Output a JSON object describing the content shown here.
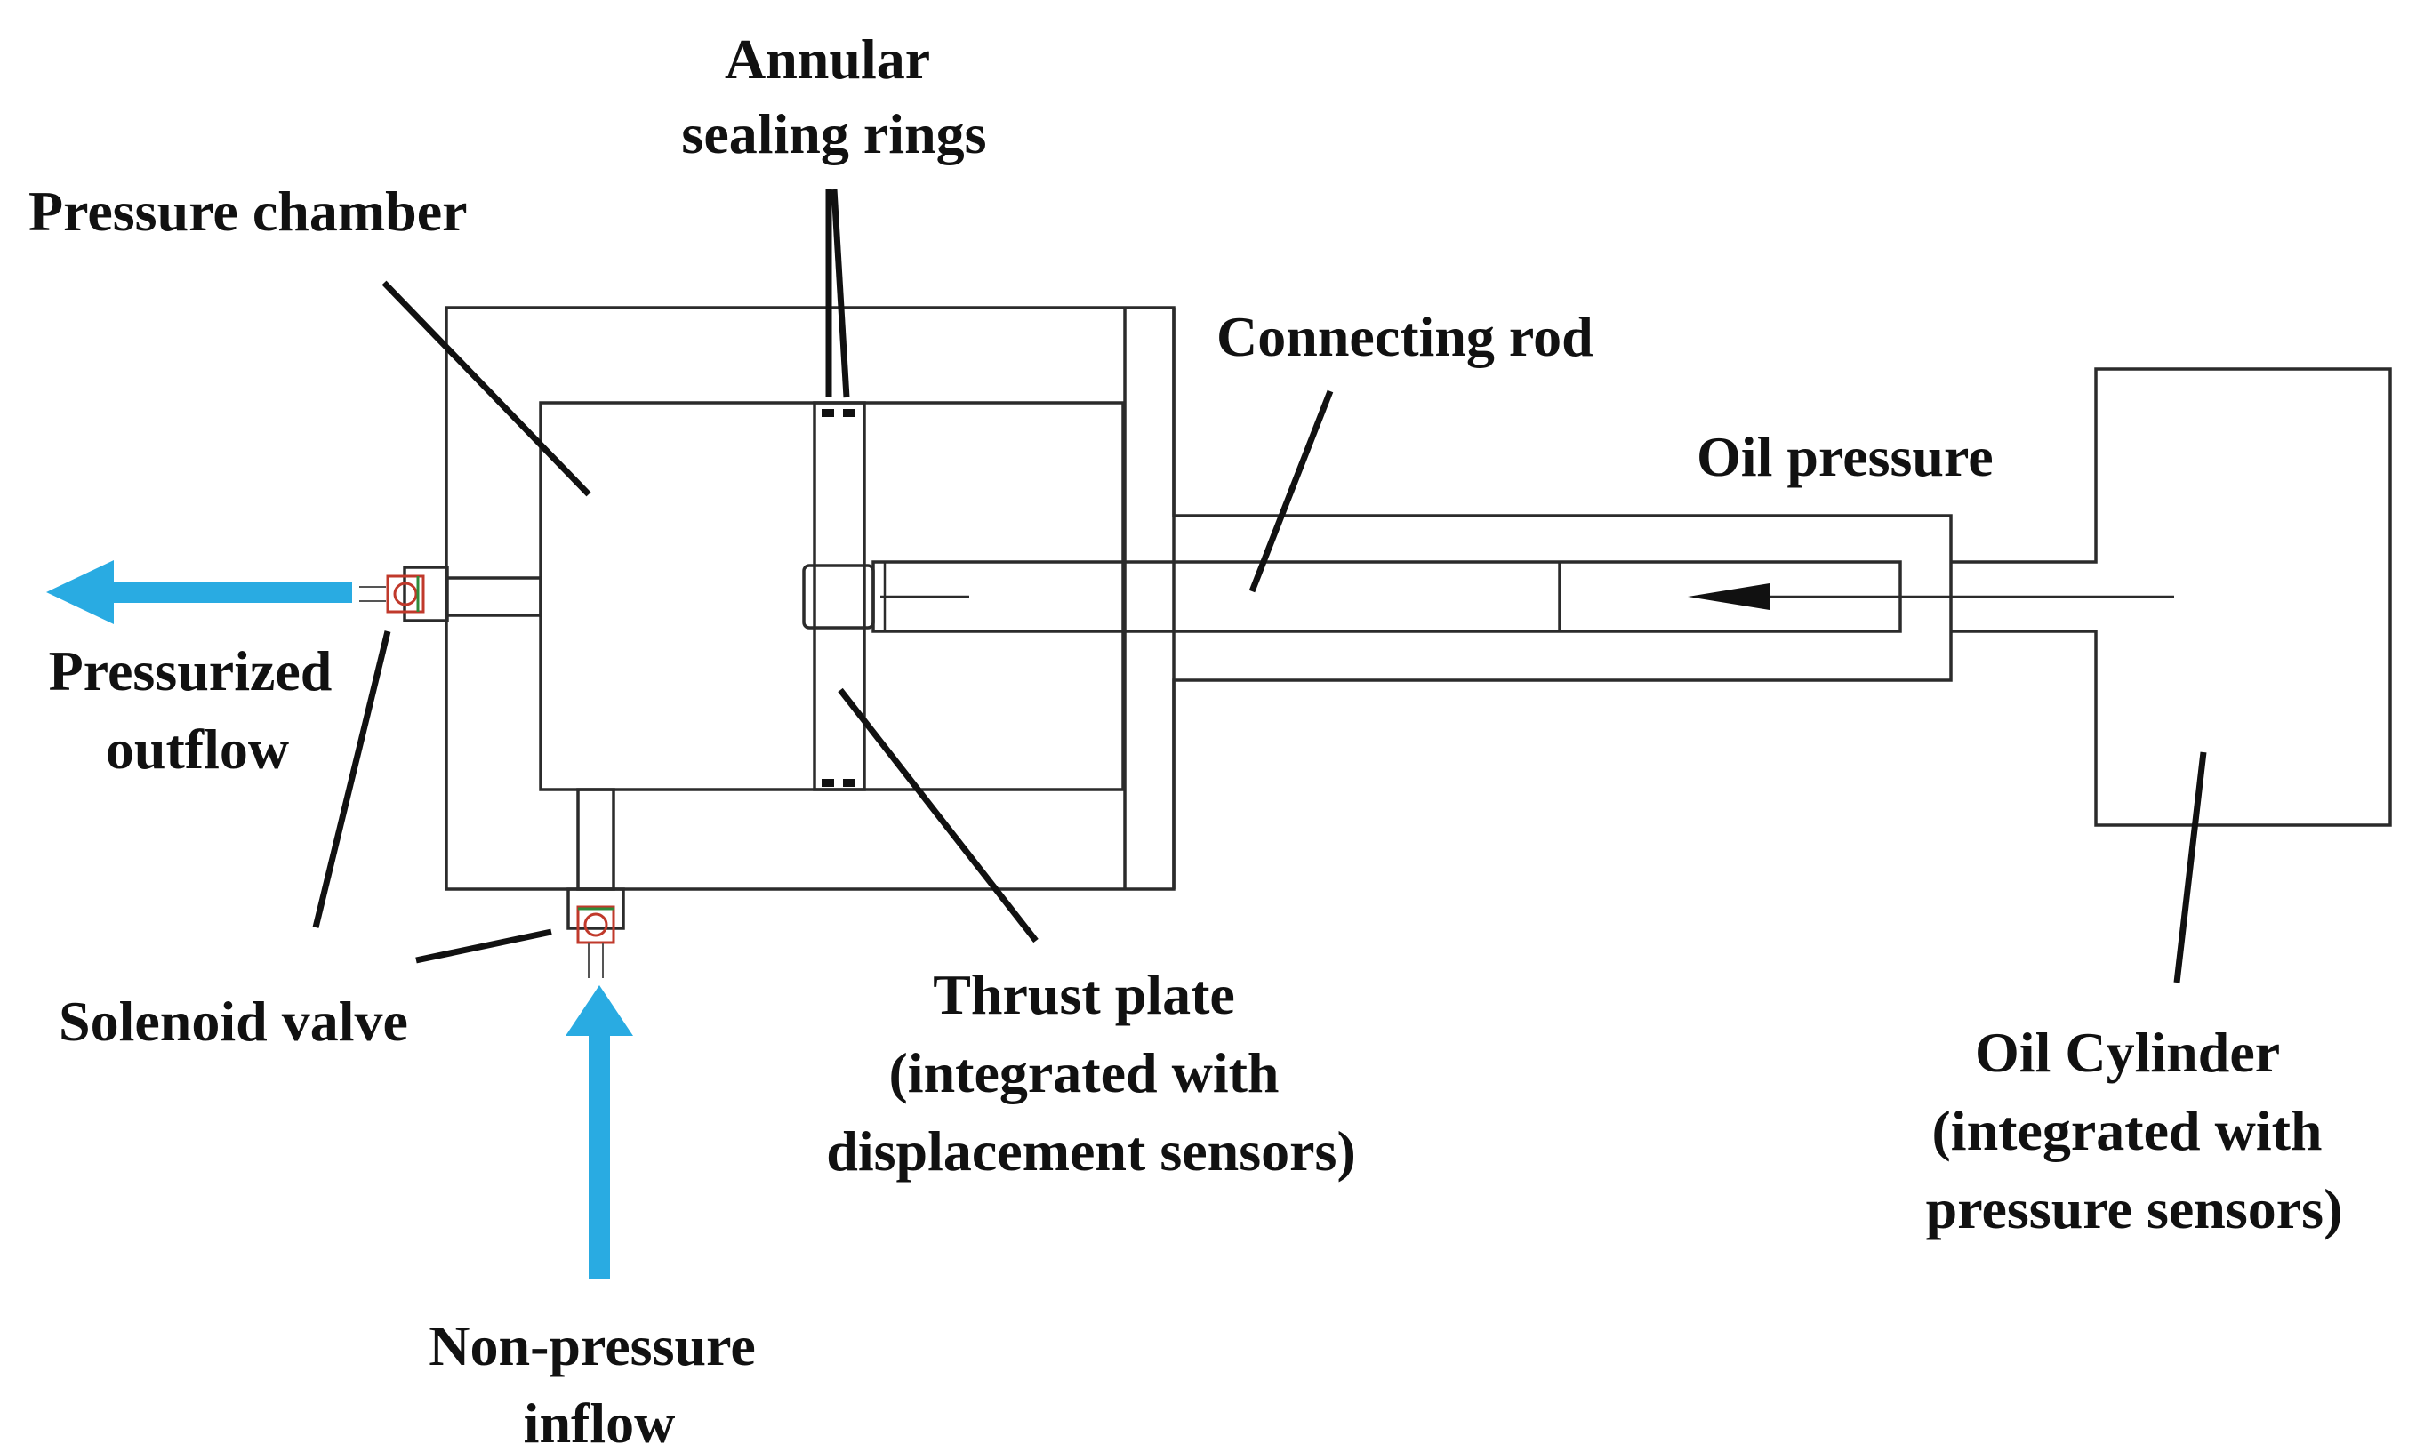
{
  "labels": {
    "annular_sealing_rings": [
      "Annular",
      "sealing rings"
    ],
    "pressure_chamber": "Pressure chamber",
    "connecting_rod": "Connecting rod",
    "oil_pressure": "Oil pressure",
    "pressurized_outflow": [
      "Pressurized",
      "outflow"
    ],
    "solenoid_valve": "Solenoid valve",
    "thrust_plate": [
      "Thrust plate",
      "(integrated with",
      "displacement sensors)"
    ],
    "oil_cylinder": [
      "Oil Cylinder",
      "(integrated with",
      "pressure sensors)"
    ],
    "non_pressure_inflow": [
      "Non-pressure",
      "inflow"
    ]
  },
  "colors": {
    "flow_arrow": "#29abe2",
    "outline": "#2b2b2b",
    "valve": "#c0392b",
    "valve_accent": "#2e8b3a"
  }
}
